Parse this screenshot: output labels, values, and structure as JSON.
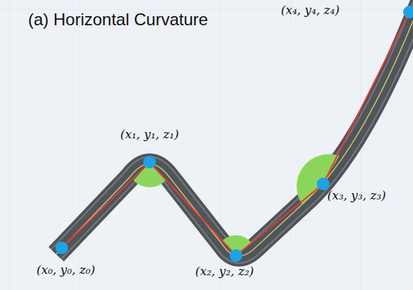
{
  "diagram": {
    "title": "(a) Horizontal Curvature",
    "labels": [
      "(x₄, y₄, z₄)",
      "(x₁, y₁, z₁)",
      "(x₃, y₃, z₃)",
      "(x₀, y₀, z₀)",
      "(x₂, y₂, z₂)"
    ]
  }
}
